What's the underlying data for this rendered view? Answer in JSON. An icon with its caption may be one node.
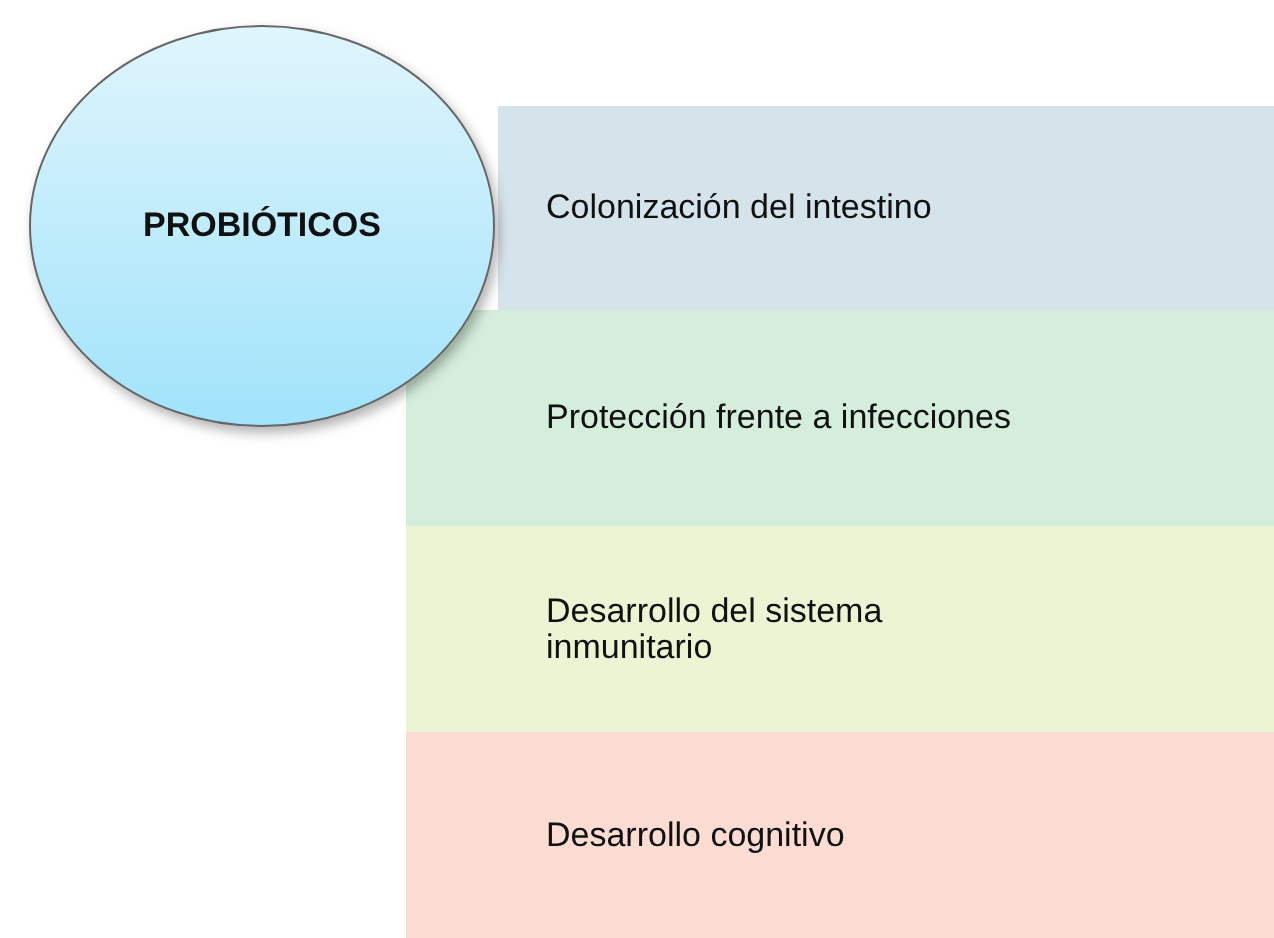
{
  "diagram": {
    "nodes": [
      {
        "text": [
          "PROBIÓTICOS"
        ]
      },
      {
        "text": [
          "Colonización del intestino"
        ]
      },
      {
        "text": [
          "Protección frente a infecciones"
        ]
      },
      {
        "text": [
          "Desarrollo del sistema inmunitario"
        ]
      },
      {
        "text": [
          "Desarrollo cognitivo"
        ]
      }
    ]
  }
}
